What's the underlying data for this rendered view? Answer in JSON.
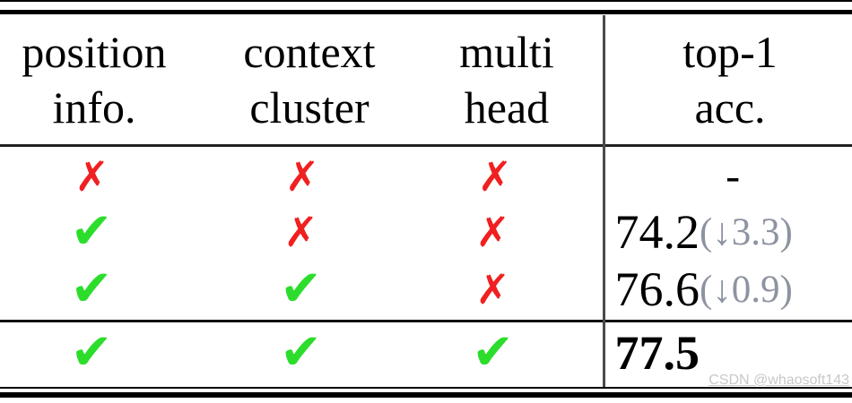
{
  "table": {
    "columns": [
      {
        "line1": "position",
        "line2": "info."
      },
      {
        "line1": "context",
        "line2": "cluster"
      },
      {
        "line1": "multi",
        "line2": "head"
      },
      {
        "line1": "top-1",
        "line2": "acc."
      }
    ],
    "rows": [
      {
        "marks": [
          {
            "glyph": "✗",
            "state": "cross"
          },
          {
            "glyph": "✗",
            "state": "cross"
          },
          {
            "glyph": "✗",
            "state": "cross"
          }
        ],
        "acc": "-",
        "delta": ""
      },
      {
        "marks": [
          {
            "glyph": "✔",
            "state": "check"
          },
          {
            "glyph": "✗",
            "state": "cross"
          },
          {
            "glyph": "✗",
            "state": "cross"
          }
        ],
        "acc": "74.2",
        "delta": "(↓3.3)"
      },
      {
        "marks": [
          {
            "glyph": "✔",
            "state": "check"
          },
          {
            "glyph": "✔",
            "state": "check"
          },
          {
            "glyph": "✗",
            "state": "cross"
          }
        ],
        "acc": "76.6",
        "delta": "(↓0.9)"
      },
      {
        "marks": [
          {
            "glyph": "✔",
            "state": "check"
          },
          {
            "glyph": "✔",
            "state": "check"
          },
          {
            "glyph": "✔",
            "state": "check"
          }
        ],
        "acc": "77.5",
        "delta": ""
      }
    ],
    "colors": {
      "check": "#2cdd2c",
      "cross": "#f02020",
      "delta_text": "#8d93a0",
      "rule": "#000000",
      "divider": "#4a4a4a",
      "text": "#000000"
    }
  },
  "watermark": "CSDN @whaosoft143"
}
